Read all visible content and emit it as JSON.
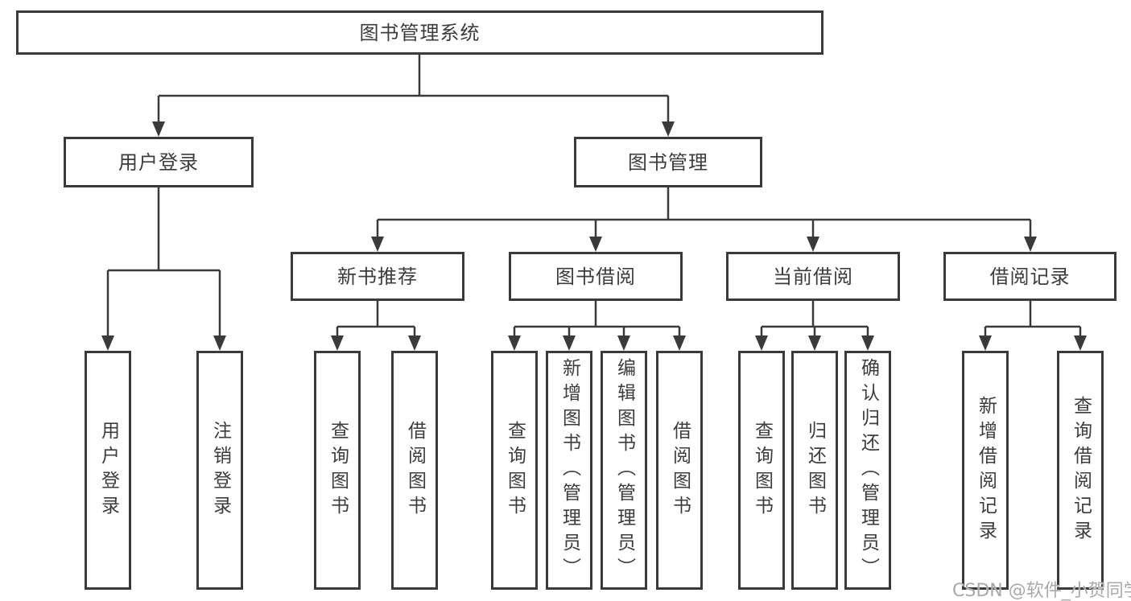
{
  "colors": {
    "line": "#3a3a3a",
    "text": "#3c3c3c",
    "watermark": "#a9a9a9",
    "background": "#ffffff"
  },
  "watermark": "CSDN @软件_小贺同学",
  "tree": {
    "label": "图书管理系统",
    "children": [
      {
        "label": "用户登录",
        "children": [
          {
            "label": "用户登录"
          },
          {
            "label": "注销登录"
          }
        ]
      },
      {
        "label": "图书管理",
        "children": [
          {
            "label": "新书推荐",
            "children": [
              {
                "label": "查询图书"
              },
              {
                "label": "借阅图书"
              }
            ]
          },
          {
            "label": "图书借阅",
            "children": [
              {
                "label": "查询图书"
              },
              {
                "label": "新增图书（管理员）"
              },
              {
                "label": "编辑图书（管理员）"
              },
              {
                "label": "借阅图书"
              }
            ]
          },
          {
            "label": "当前借阅",
            "children": [
              {
                "label": "查询图书"
              },
              {
                "label": "归还图书"
              },
              {
                "label": "确认归还（管理员）"
              }
            ]
          },
          {
            "label": "借阅记录",
            "children": [
              {
                "label": "新增借阅记录"
              },
              {
                "label": "查询借阅记录"
              }
            ]
          }
        ]
      }
    ]
  }
}
